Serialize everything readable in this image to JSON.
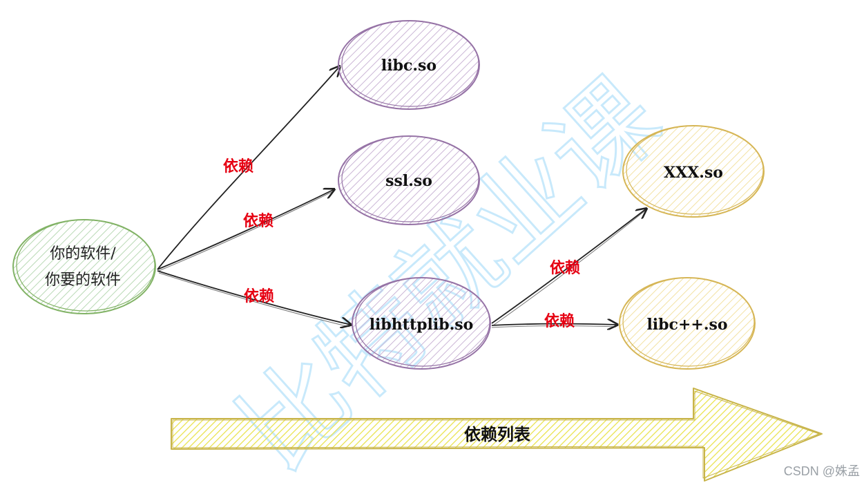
{
  "nodes": {
    "root": {
      "line1": "你的软件/",
      "line2": "你要的软件",
      "color": "#82b366",
      "fill": "#d5e8d4"
    },
    "libc": {
      "label": "libc.so",
      "color": "#9673a6",
      "fill": "#e1d5e7"
    },
    "ssl": {
      "label": "ssl.so",
      "color": "#9673a6",
      "fill": "#e1d5e7"
    },
    "libhttplib": {
      "label": "libhttplib.so",
      "color": "#9673a6",
      "fill": "#e1d5e7"
    },
    "xxx": {
      "label": "XXX.so",
      "color": "#d6b656",
      "fill": "#fff2cc"
    },
    "libcpp": {
      "label": "libc++.so",
      "color": "#d6b656",
      "fill": "#fff2cc"
    }
  },
  "edges": {
    "root_libc": "依赖",
    "root_ssl": "依赖",
    "root_libhttplib": "依赖",
    "libhttplib_xxx": "依赖",
    "libhttplib_libcpp": "依赖"
  },
  "dependency_list": {
    "label": "依赖列表",
    "color": "#d6b656",
    "fill": "#ffff88"
  },
  "watermark": {
    "text": "比特就业课",
    "color": "#bfe6fb"
  },
  "footer": {
    "credit": "CSDN @姝孟"
  }
}
